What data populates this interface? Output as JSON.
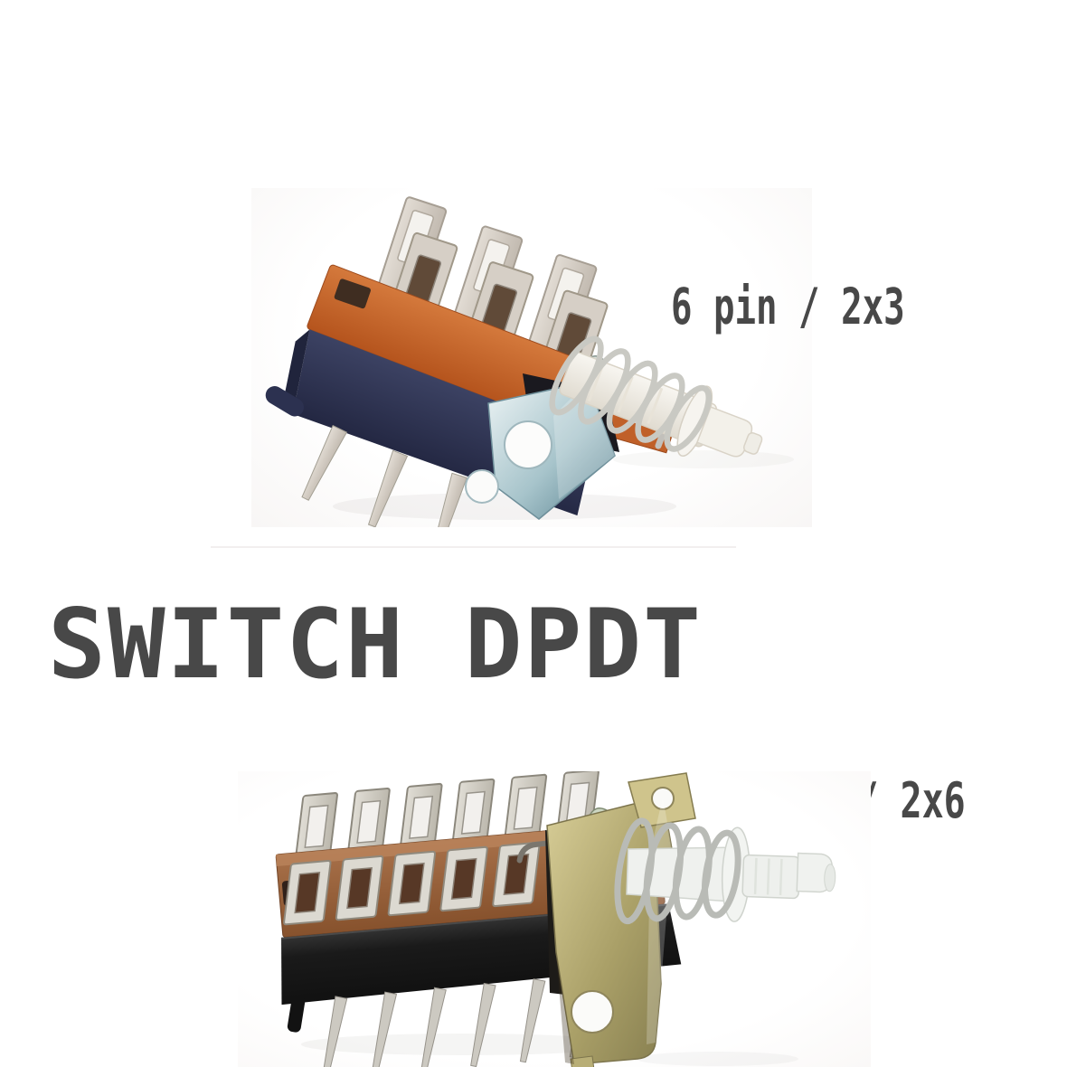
{
  "page": {
    "background_color": "#ffffff",
    "text_color": "#484848"
  },
  "headline": {
    "text": "SWITCH DPDT"
  },
  "product_top": {
    "label": "6 pin / 2x3",
    "colors": {
      "housing_top": "#bf5a24",
      "housing_base": "#30344c",
      "terminals": "#d5cfc6",
      "bracket_zinc": "#9fbec7",
      "spring": "#c9c9c3",
      "plunger": "#f3f1ea"
    }
  },
  "product_bottom": {
    "label": "12 pin / 2x6",
    "colors": {
      "housing_top": "#9a6640",
      "housing_base": "#1a1a1a",
      "terminals": "#d8d5ce",
      "bracket_brass": "#b5ab74",
      "spring": "#b9bbb6",
      "plunger": "#f0f2ef"
    }
  }
}
